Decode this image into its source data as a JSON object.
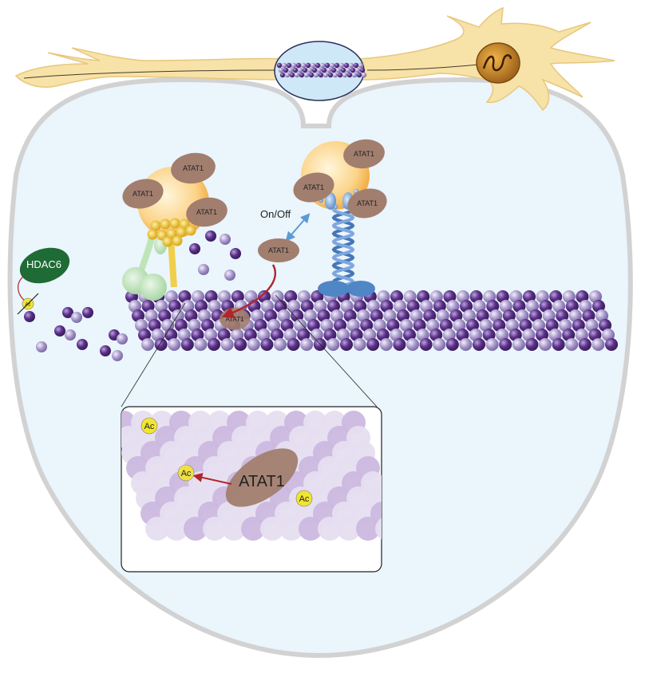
{
  "colors": {
    "cell_fill": "#eaf5fc",
    "cell_outline": "#d2d2d2",
    "neuron": "#f7e2a8",
    "neuron_outline": "#e8c77e",
    "tubulin_dark": "#5b2f88",
    "tubulin_light": "#a494c6",
    "atat1": "#a27e6e",
    "hdac6": "#1f6b35",
    "ac": "#f2e531",
    "dna": "#4576b8",
    "vesicle": "#f8c869",
    "arrow_red": "#b0262b",
    "arrow_blue": "#5b9bd5"
  },
  "labels": {
    "atat1_vesicle_left": [
      "ATAT1",
      "ATAT1",
      "ATAT1"
    ],
    "atat1_vesicle_right": [
      "ATAT1",
      "ATAT1",
      "ATAT1"
    ],
    "atat1_free": "ATAT1",
    "atat1_bound": "ATAT1",
    "atat1_zoom": "ATAT1",
    "hdac6": "HDAC6",
    "on_off": "On/Off",
    "ac": "Ac",
    "ac_zoom": [
      "Ac",
      "Ac",
      "Ac"
    ]
  },
  "icons": {
    "neuron": "neuron-icon",
    "nucleus": "nucleus-icon",
    "microtubule": "microtubule-icon",
    "dna": "dna-helix-icon",
    "vesicle": "vesicle-icon"
  }
}
